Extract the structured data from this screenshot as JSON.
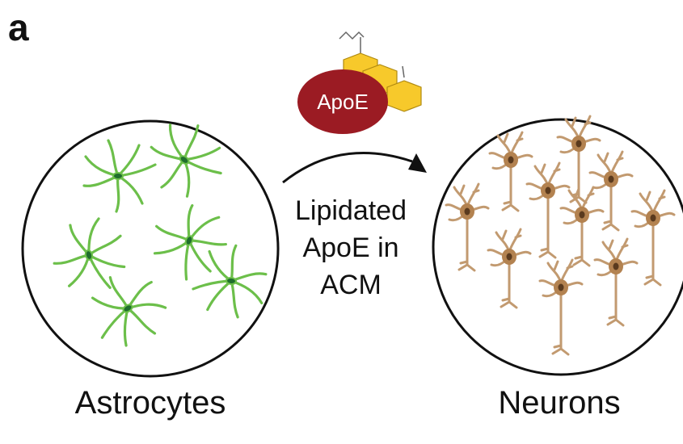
{
  "panel_label": "a",
  "apoe_label": "ApoE",
  "left_caption": "Astrocytes",
  "right_caption": "Neurons",
  "arrow_label": [
    "Lipidated",
    "ApoE in",
    "ACM"
  ],
  "colors": {
    "apoe_oval": "#9b1b23",
    "lipid_hexagon": "#f7c92b",
    "astrocyte": "#6cbf4a",
    "astrocyte_nucleus": "#1f6e2c",
    "neuron": "#c29a70",
    "neuron_soma": "#b38250",
    "neuron_nucleus": "#5a3a1e"
  },
  "astrocyte_count": 6,
  "neuron_count": 10
}
